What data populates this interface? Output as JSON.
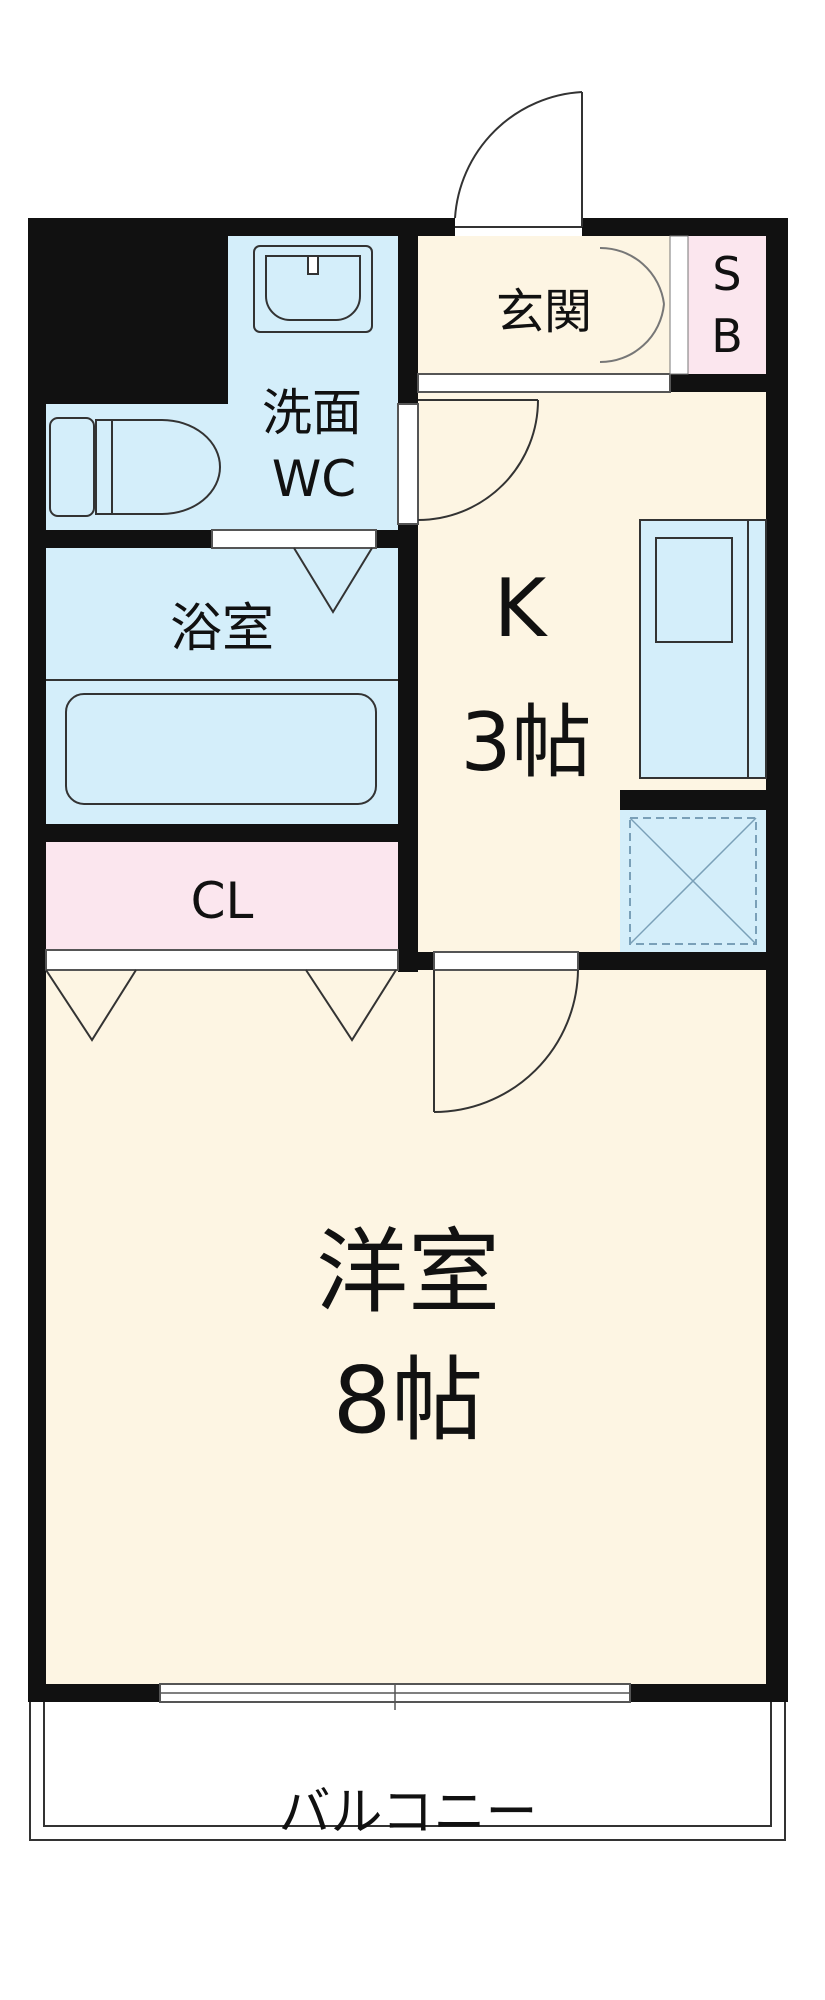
{
  "rooms": {
    "entrance": {
      "label": "玄関"
    },
    "shoebox": {
      "label_line1": "S",
      "label_line2": "B"
    },
    "washroom": {
      "label_line1": "洗面",
      "label_line2": "WC"
    },
    "bath": {
      "label": "浴室"
    },
    "closet": {
      "label": "CL"
    },
    "kitchen": {
      "label_line1": "K",
      "label_line2": "3帖"
    },
    "western": {
      "label_line1": "洋室",
      "label_line2": "8帖"
    },
    "balcony": {
      "label": "バルコニー"
    }
  },
  "colors": {
    "wall": "#111111",
    "floor": "#fdf5e3",
    "wet_area": "#d4eefa",
    "storage": "#fbe6ee",
    "balcony": "#ffffff"
  }
}
